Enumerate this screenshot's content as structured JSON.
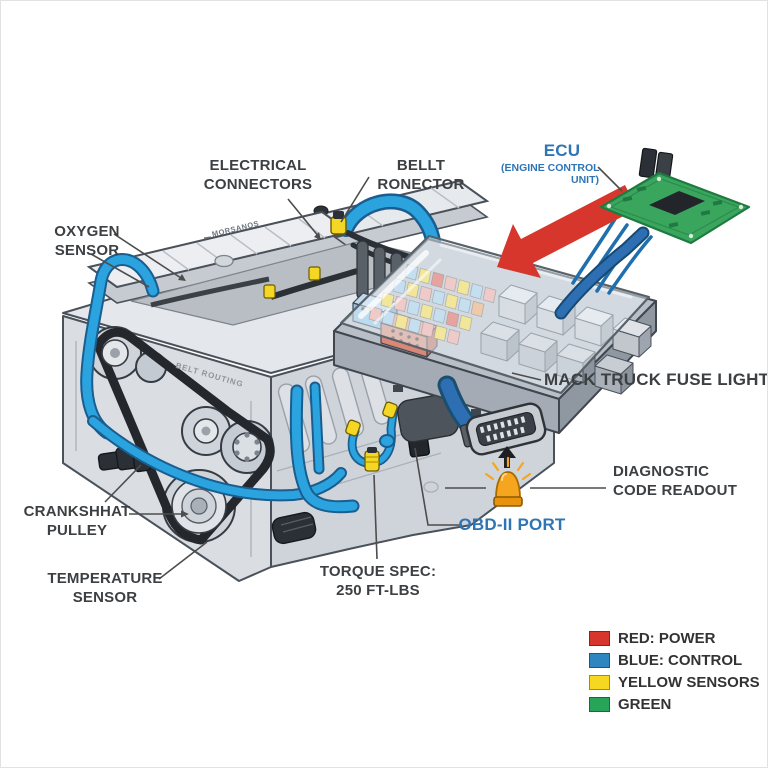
{
  "palette": {
    "red": "#d6362b",
    "label_dark": "#3d4043",
    "label_blue": "#2e75b6",
    "hose_blue": "#2aa3de",
    "hose_dark": "#1b5d8f",
    "yellow": "#f4d625",
    "pcb_green": "#3aa55c",
    "pcb_dark": "#1e7a40",
    "lamp_orange": "#f6a51f",
    "belt": "#24282d",
    "line": "#4d4d4d",
    "fblue": "#9ecbe8",
    "fyellow": "#f6d83a",
    "fsalmon": "#f0a097",
    "forange": "#efa35a",
    "fred": "#e05548"
  },
  "labels": {
    "electrical_connectors": {
      "line1": "ELECTRICAL",
      "line2": "CONNECTORS"
    },
    "belt_connector": {
      "line1": "BELLT",
      "line2": "RONECTOR"
    },
    "ecu": {
      "title": "ECU",
      "sub1": "(ENGINE CONTROL",
      "sub2": "UNIT)"
    },
    "oxygen_sensor": {
      "line1": "OXYGEN",
      "line2": "SENSOR"
    },
    "crankshaft_pulley": {
      "line1": "CRANKSHHAT",
      "line2": "PULLEY"
    },
    "temperature_sensor": {
      "line1": "TEMPERATURE",
      "line2": "SENSOR"
    },
    "torque_spec": {
      "line1": "TORQUE SPEC:",
      "line2": "250 FT-LBS"
    },
    "mack_truck_fuse_light": {
      "text": "MACK TRUCK FUSE LIGHT"
    },
    "diagnostic": {
      "line1": "DIAGNOSTIC",
      "line2": "CODE READOUT"
    },
    "obd_port": {
      "text": "OBD-II PORT"
    }
  },
  "engravings": {
    "valve_cover": "MORSANOS",
    "belt_routing": "BELT ROUTING"
  },
  "legend": {
    "items": [
      {
        "label": "RED: POWER",
        "color": "#d6362b"
      },
      {
        "label": "BLUE: CONTROL",
        "color": "#2e86c1"
      },
      {
        "label": "YELLOW SENSORS",
        "color": "#f7d820"
      },
      {
        "label": "GREEN",
        "color": "#27a457"
      }
    ]
  },
  "fusebox": {
    "fuse_rows": [
      [
        "fsalmon",
        "fblue",
        "fyellow",
        "fblue",
        "fsalmon",
        "fyellow",
        "fsalmon"
      ],
      [
        "fyellow",
        "fsalmon",
        "fblue",
        "fyellow",
        "fblue",
        "fred",
        "fyellow"
      ],
      [
        "fblue",
        "fyellow",
        "fsalmon",
        "fblue",
        "fyellow",
        "fblue",
        "forange"
      ],
      [
        "fblue",
        "fyellow",
        "fred",
        "fsalmon",
        "fyellow",
        "fblue",
        "fsalmon"
      ]
    ]
  }
}
